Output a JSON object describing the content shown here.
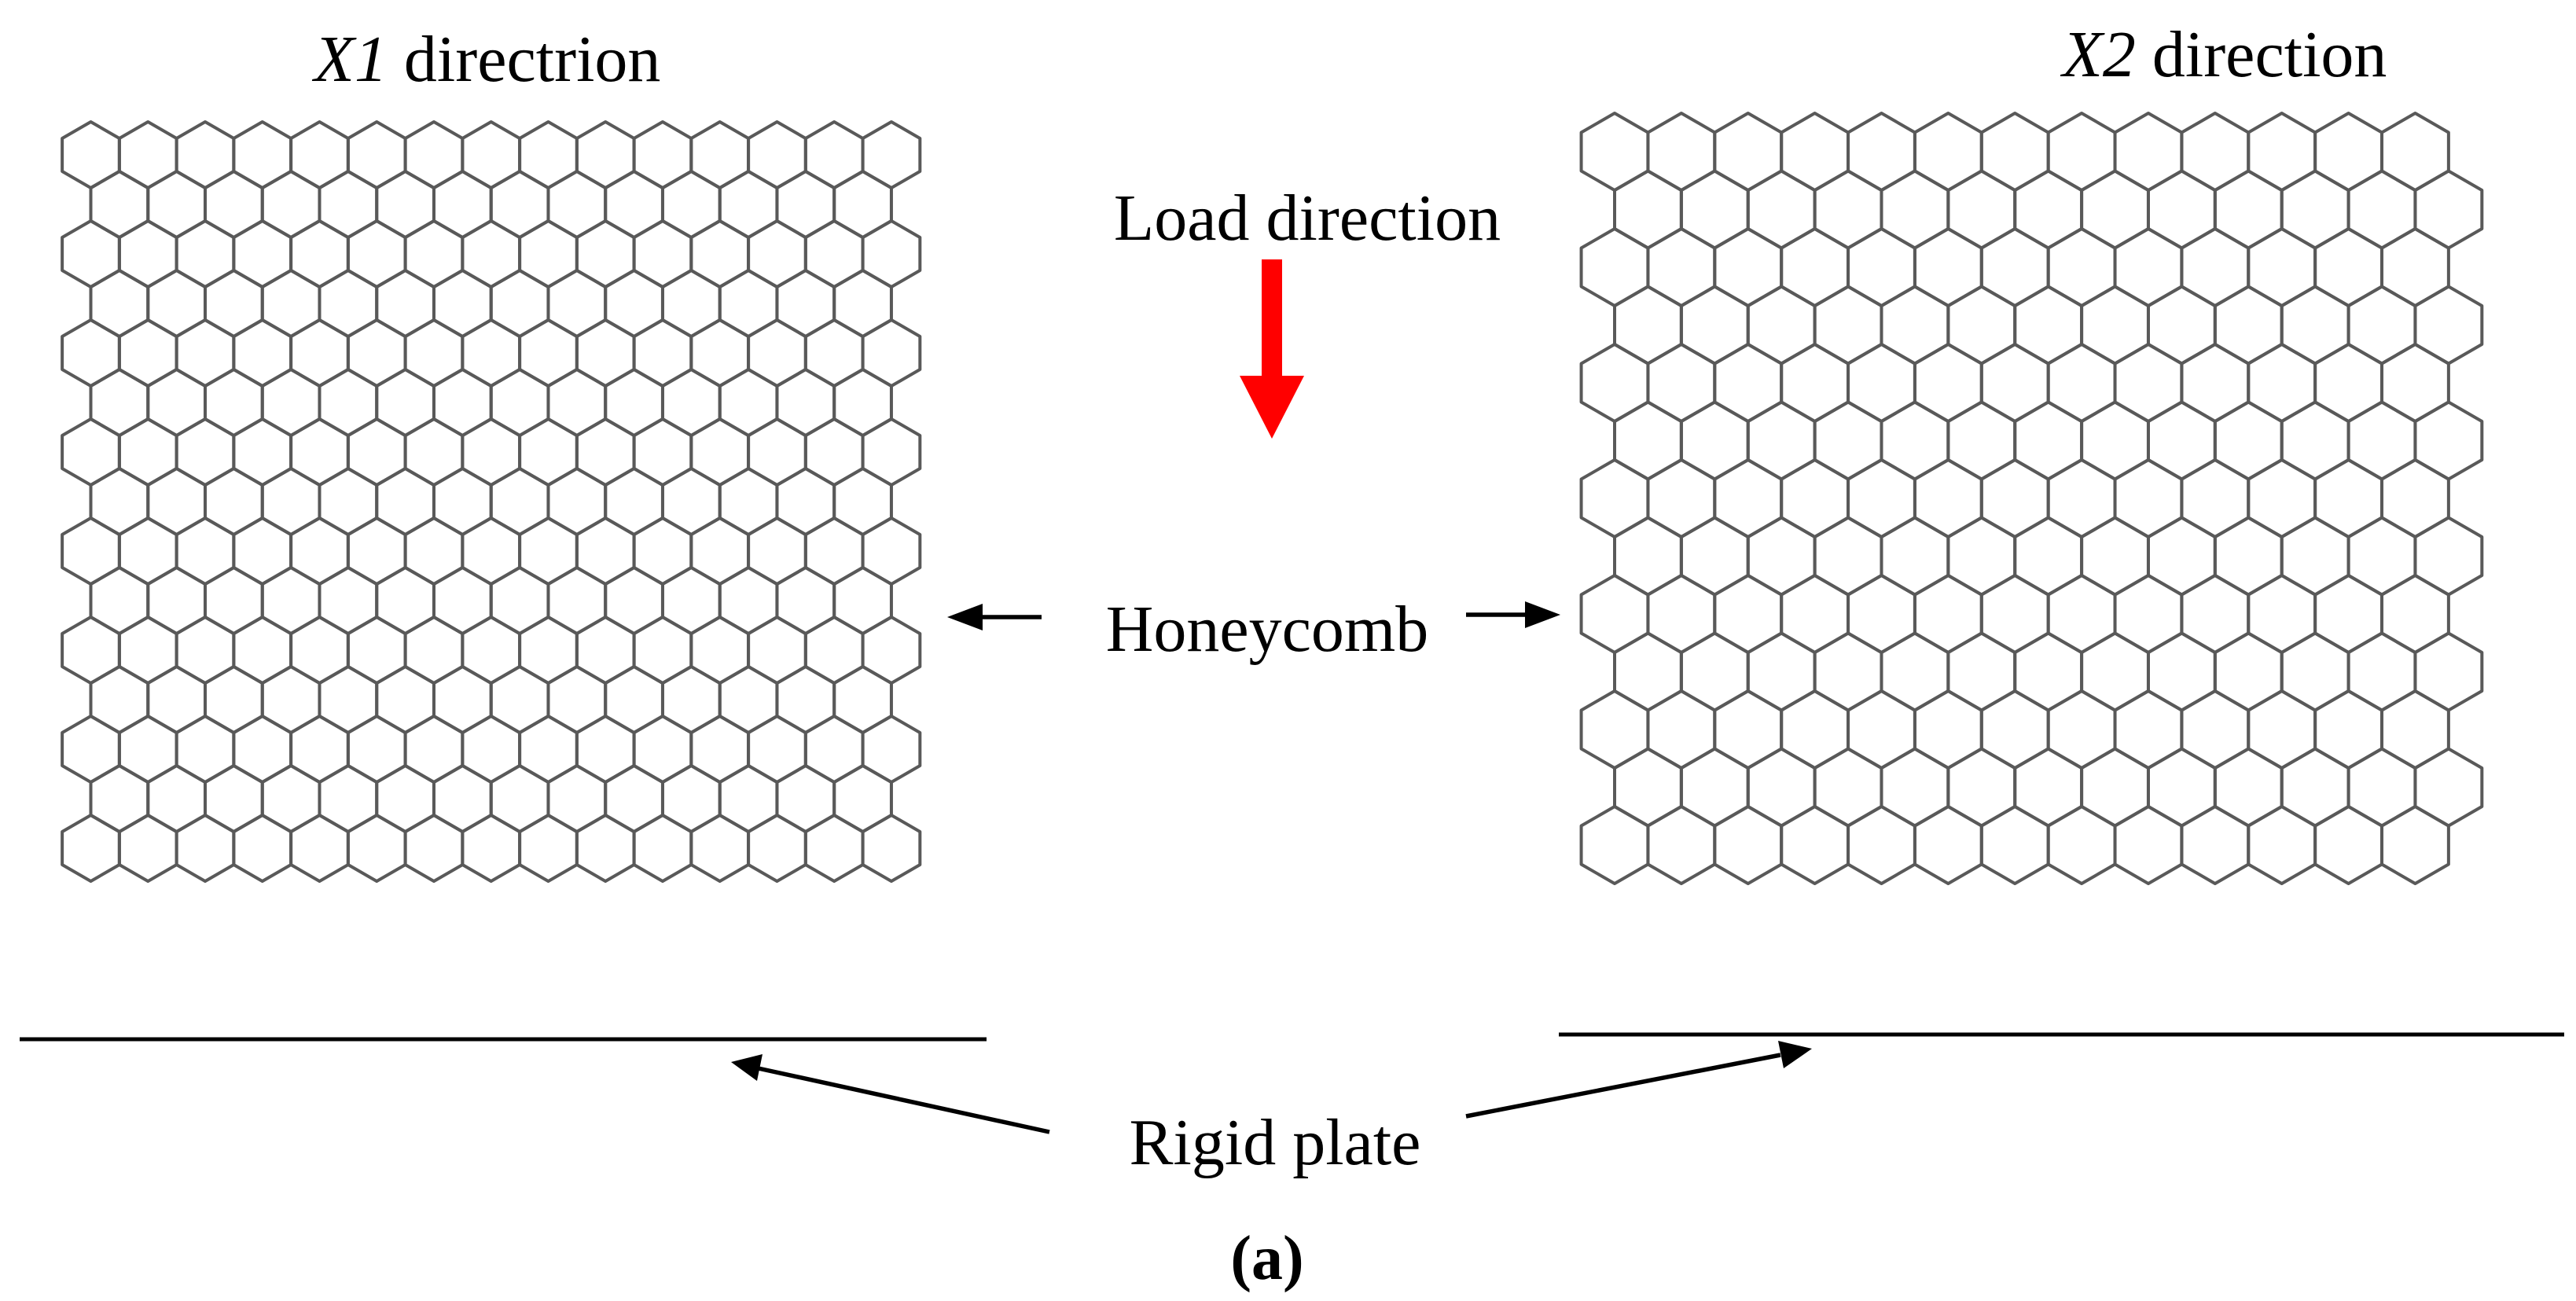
{
  "left_panel": {
    "title_italic": "X1",
    "title_rest": " directrion"
  },
  "right_panel": {
    "title_italic": "X2",
    "title_rest": " direction"
  },
  "load_label": "Load direction",
  "honeycomb_label": "Honeycomb",
  "plate_label": "Rigid plate",
  "subfigure_label": "(a)",
  "colors": {
    "load_arrow": "#ff0000",
    "cell_walls": "#595959",
    "lines_and_text": "#000000"
  }
}
